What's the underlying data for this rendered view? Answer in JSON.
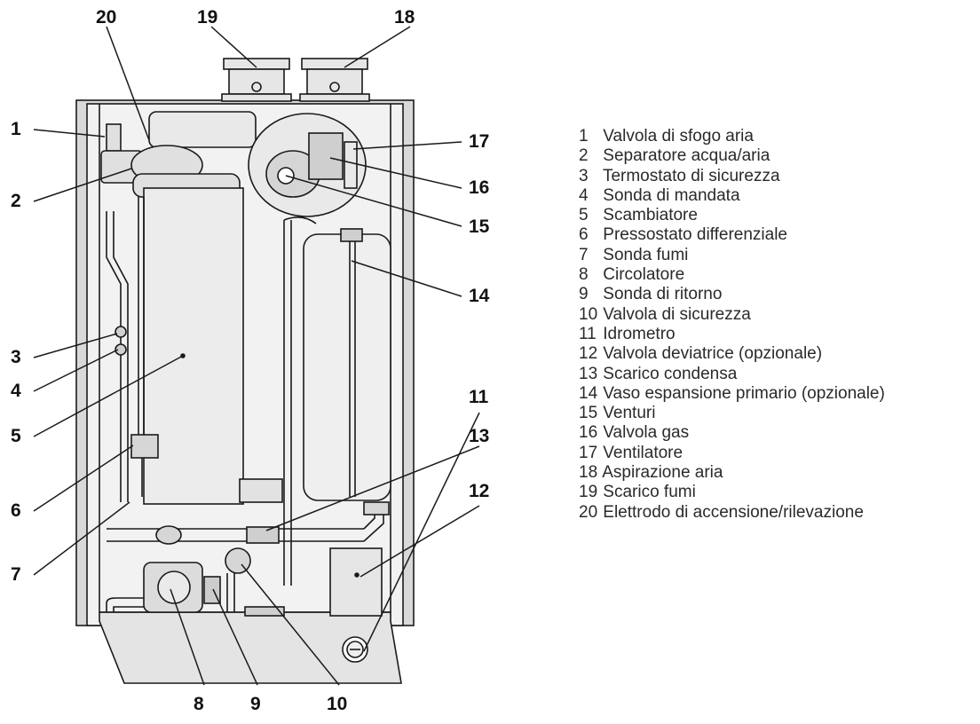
{
  "legend": [
    {
      "num": "1",
      "label": "Valvola di sfogo aria"
    },
    {
      "num": "2",
      "label": "Separatore acqua/aria"
    },
    {
      "num": "3",
      "label": "Termostato di sicurezza"
    },
    {
      "num": "4",
      "label": "Sonda di mandata"
    },
    {
      "num": "5",
      "label": "Scambiatore"
    },
    {
      "num": "6",
      "label": "Pressostato differenziale"
    },
    {
      "num": "7",
      "label": "Sonda fumi"
    },
    {
      "num": "8",
      "label": "Circolatore"
    },
    {
      "num": "9",
      "label": "Sonda di ritorno"
    },
    {
      "num": "10",
      "label": "Valvola di sicurezza"
    },
    {
      "num": "11",
      "label": "Idrometro"
    },
    {
      "num": "12",
      "label": "Valvola deviatrice (opzionale)"
    },
    {
      "num": "13",
      "label": "Scarico condensa"
    },
    {
      "num": "14",
      "label": "Vaso espansione primario (opzionale)"
    },
    {
      "num": "15",
      "label": "Venturi"
    },
    {
      "num": "16",
      "label": "Valvola gas"
    },
    {
      "num": "17",
      "label": "Ventilatore"
    },
    {
      "num": "18",
      "label": "Aspirazione aria"
    },
    {
      "num": "19",
      "label": "Scarico fumi"
    },
    {
      "num": "20",
      "label": "Elettrodo di accensione/rilevazione"
    }
  ],
  "callouts": {
    "n1": "1",
    "n2": "2",
    "n3": "3",
    "n4": "4",
    "n5": "5",
    "n6": "6",
    "n7": "7",
    "n8": "8",
    "n9": "9",
    "n10": "10",
    "n11": "11",
    "n12": "12",
    "n13": "13",
    "n14": "14",
    "n15": "15",
    "n16": "16",
    "n17": "17",
    "n18": "18",
    "n19": "19",
    "n20": "20"
  },
  "colors": {
    "line": "#1a1a1a",
    "panel": "#e6e6e6",
    "frame": "#cfcfcf",
    "inner": "#f4f4f4"
  }
}
